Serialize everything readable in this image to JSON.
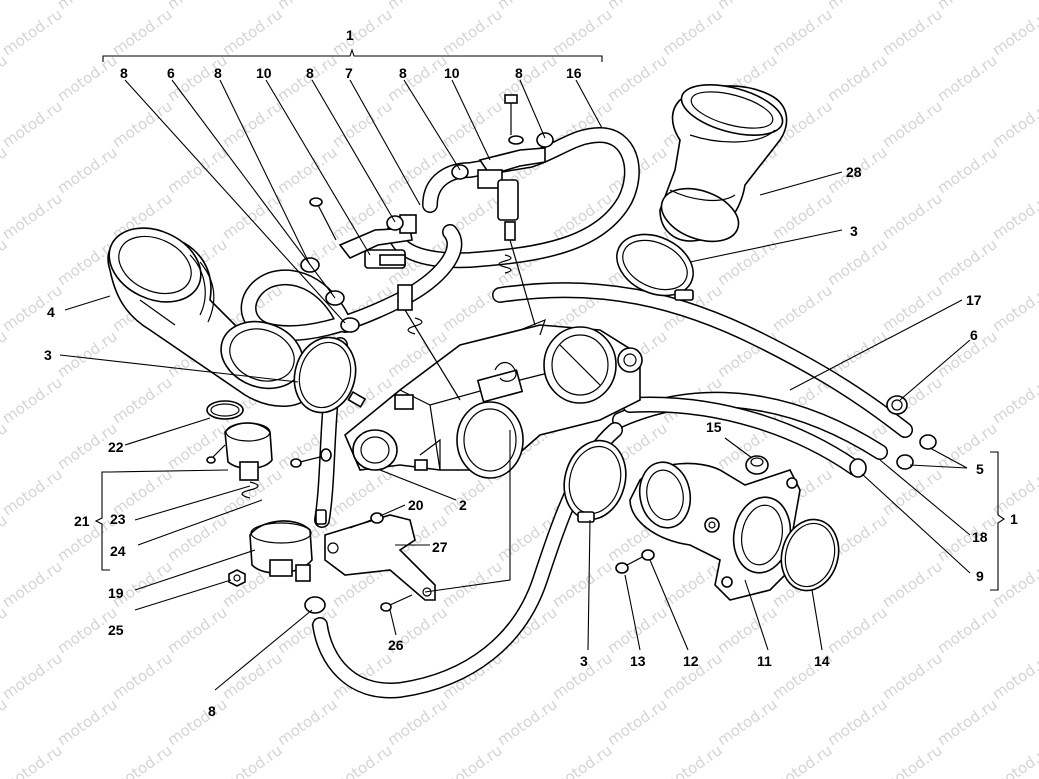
{
  "watermark": "motod.ru",
  "colors": {
    "line": "#000000",
    "background": "#ffffff",
    "watermark": "#d4d4d4"
  },
  "callouts": [
    {
      "id": "c1-top",
      "text": "1"
    },
    {
      "id": "c8-a",
      "text": "8"
    },
    {
      "id": "c6-a",
      "text": "6"
    },
    {
      "id": "c8-b",
      "text": "8"
    },
    {
      "id": "c10-a",
      "text": "10"
    },
    {
      "id": "c8-c",
      "text": "8"
    },
    {
      "id": "c7",
      "text": "7"
    },
    {
      "id": "c8-d",
      "text": "8"
    },
    {
      "id": "c10-b",
      "text": "10"
    },
    {
      "id": "c8-e",
      "text": "8"
    },
    {
      "id": "c16",
      "text": "16"
    },
    {
      "id": "c28",
      "text": "28"
    },
    {
      "id": "c3-a",
      "text": "3"
    },
    {
      "id": "c17",
      "text": "17"
    },
    {
      "id": "c6-b",
      "text": "6"
    },
    {
      "id": "c4",
      "text": "4"
    },
    {
      "id": "c3-b",
      "text": "3"
    },
    {
      "id": "c22",
      "text": "22"
    },
    {
      "id": "c15",
      "text": "15"
    },
    {
      "id": "c5",
      "text": "5"
    },
    {
      "id": "c1-right",
      "text": "1"
    },
    {
      "id": "c21",
      "text": "21"
    },
    {
      "id": "c23",
      "text": "23"
    },
    {
      "id": "c24",
      "text": "24"
    },
    {
      "id": "c20",
      "text": "20"
    },
    {
      "id": "c2",
      "text": "2"
    },
    {
      "id": "c27",
      "text": "27"
    },
    {
      "id": "c18",
      "text": "18"
    },
    {
      "id": "c9",
      "text": "9"
    },
    {
      "id": "c19",
      "text": "19"
    },
    {
      "id": "c25",
      "text": "25"
    },
    {
      "id": "c26",
      "text": "26"
    },
    {
      "id": "c3-c",
      "text": "3"
    },
    {
      "id": "c13",
      "text": "13"
    },
    {
      "id": "c12",
      "text": "12"
    },
    {
      "id": "c11",
      "text": "11"
    },
    {
      "id": "c14",
      "text": "14"
    },
    {
      "id": "c8-f",
      "text": "8"
    }
  ]
}
